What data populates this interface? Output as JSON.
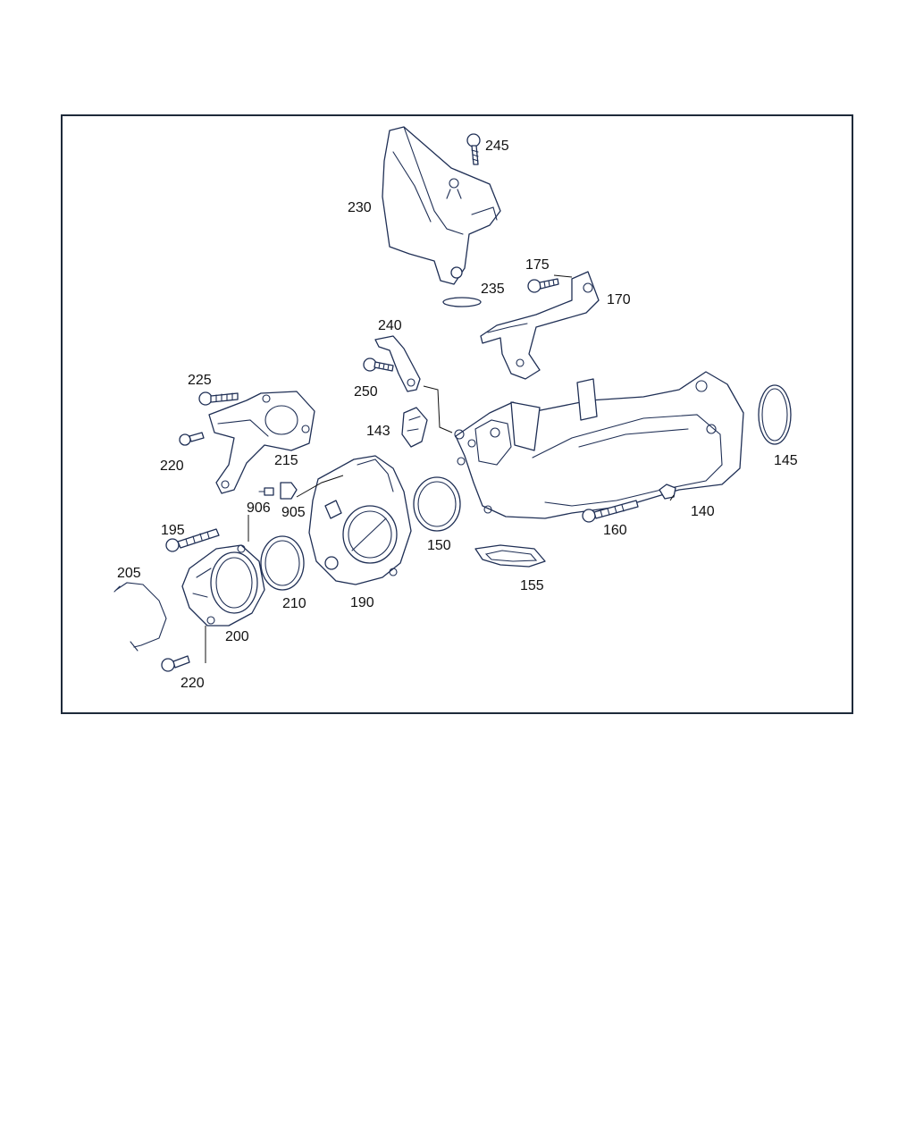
{
  "diagram": {
    "colors": {
      "frame": "#1e2a3a",
      "line": "#1f2f55",
      "text": "#111111",
      "background": "#ffffff"
    },
    "callouts": {
      "c245": "245",
      "c230": "230",
      "c175": "175",
      "c235": "235",
      "c170": "170",
      "c240": "240",
      "c250": "250",
      "c225": "225",
      "c143": "143",
      "c220a": "220",
      "c215": "215",
      "c145": "145",
      "c906": "906",
      "c905": "905",
      "c195": "195",
      "c150": "150",
      "c160": "160",
      "c140": "140",
      "c205": "205",
      "c210": "210",
      "c190": "190",
      "c155": "155",
      "c200": "200",
      "c220b": "220"
    }
  }
}
